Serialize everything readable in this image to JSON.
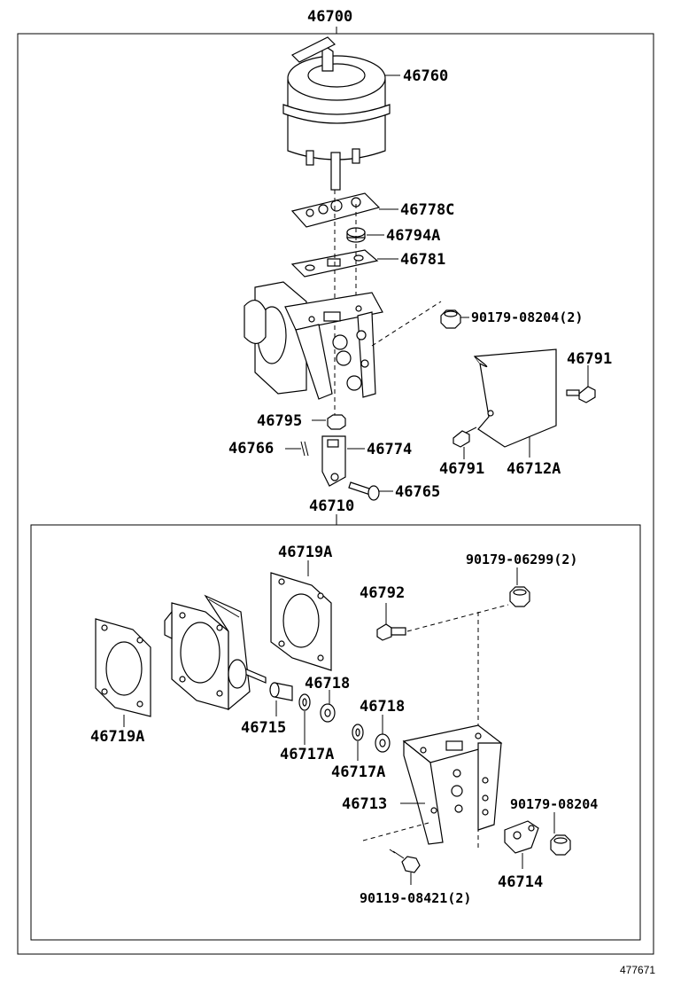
{
  "diagram": {
    "assembly_number": "46700",
    "sub_assembly_number": "46710",
    "reference_code": "477671",
    "labels": {
      "p46760": "46760",
      "p46778C": "46778C",
      "p46794A": "46794A",
      "p46781": "46781",
      "p90179_08204_2": "90179-08204(2)",
      "p46791_a": "46791",
      "p46795": "46795",
      "p46766": "46766",
      "p46774": "46774",
      "p46791_b": "46791",
      "p46712A": "46712A",
      "p46765": "46765",
      "p46719A_top": "46719A",
      "p90179_06299_2": "90179-06299(2)",
      "p46792": "46792",
      "p46718_a": "46718",
      "p46719A_left": "46719A",
      "p46715": "46715",
      "p46718_b": "46718",
      "p46717A_a": "46717A",
      "p46717A_b": "46717A",
      "p46713": "46713",
      "p90179_08204": "90179-08204",
      "p46714": "46714",
      "p90119_08421_2": "90119-08421(2)"
    }
  }
}
